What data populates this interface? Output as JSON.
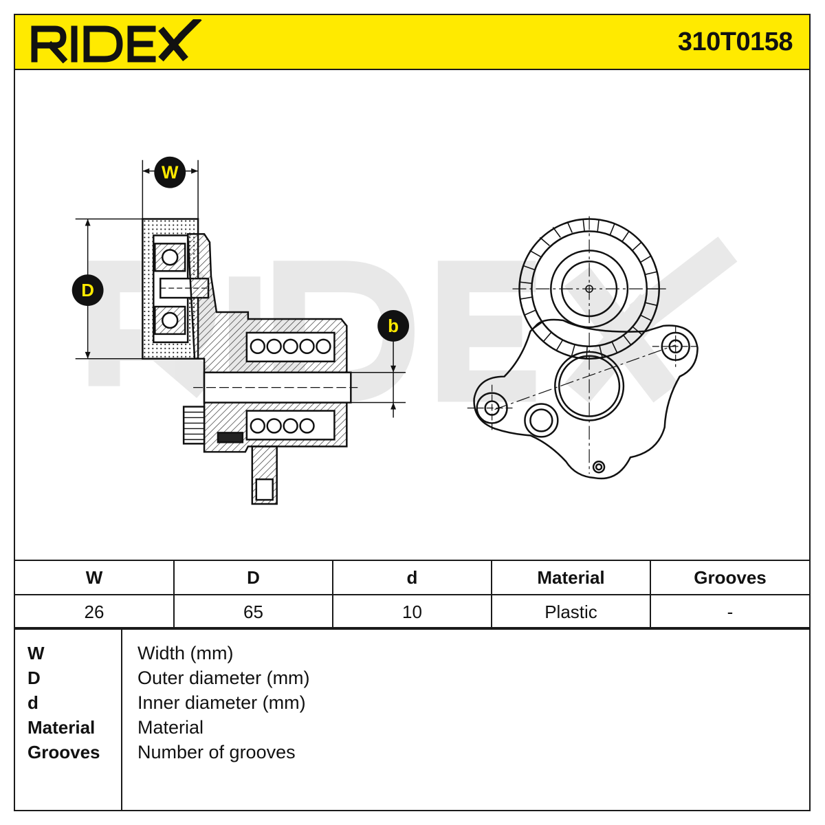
{
  "header": {
    "brand": "RIDEX",
    "part_number": "310T0158",
    "background_color": "#ffea00"
  },
  "drawing": {
    "watermark": "RIDEX",
    "dimension_labels": {
      "W": "W",
      "D": "D",
      "b": "b"
    },
    "badge_color": "#111111",
    "badge_text_color": "#ffea00"
  },
  "specs_table": {
    "headers": [
      "W",
      "D",
      "d",
      "Material",
      "Grooves"
    ],
    "values": [
      "26",
      "65",
      "10",
      "Plastic",
      "-"
    ]
  },
  "legend": {
    "items": [
      {
        "key": "W",
        "description": "Width (mm)"
      },
      {
        "key": "D",
        "description": "Outer diameter (mm)"
      },
      {
        "key": "d",
        "description": "Inner diameter (mm)"
      },
      {
        "key": "Material",
        "description": "Material"
      },
      {
        "key": "Grooves",
        "description": "Number of grooves"
      }
    ]
  }
}
